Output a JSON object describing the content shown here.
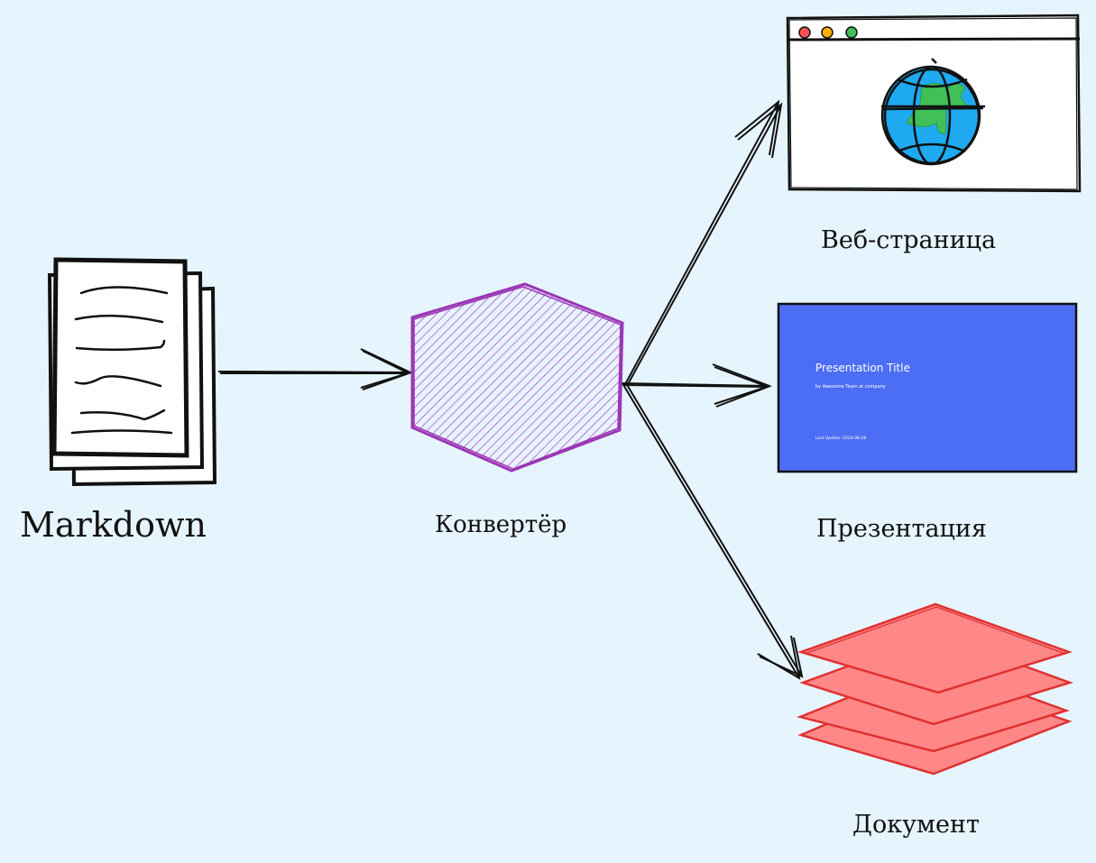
{
  "diagram": {
    "nodes": {
      "source": {
        "label": "Markdown",
        "icon": "document-stack-icon"
      },
      "converter": {
        "label": "Конвертёр",
        "icon": "hexagon-icon"
      },
      "web": {
        "label": "Веб-страница",
        "icon": "browser-globe-icon"
      },
      "presentation": {
        "label": "Презентация",
        "icon": "slide-icon",
        "slide": {
          "title": "Presentation Title",
          "subtitle": "by Awesome Team at company",
          "footer": "Last Update: 2020-08-28"
        }
      },
      "document": {
        "label": "Документ",
        "icon": "layers-icon"
      }
    },
    "edges": [
      {
        "from": "source",
        "to": "converter"
      },
      {
        "from": "converter",
        "to": "web"
      },
      {
        "from": "converter",
        "to": "presentation"
      },
      {
        "from": "converter",
        "to": "document"
      }
    ],
    "colors": {
      "background": "#e6f4fd",
      "stroke": "#111111",
      "converter": "#9c36b5",
      "slide": "#4c6ef5",
      "globe_ocean": "#1fa9f0",
      "globe_land": "#40c057",
      "document_fill": "#ff8787",
      "document_stroke": "#e03131",
      "dot_red": "#fa5252",
      "dot_yellow": "#fab005",
      "dot_green": "#40c057"
    }
  }
}
